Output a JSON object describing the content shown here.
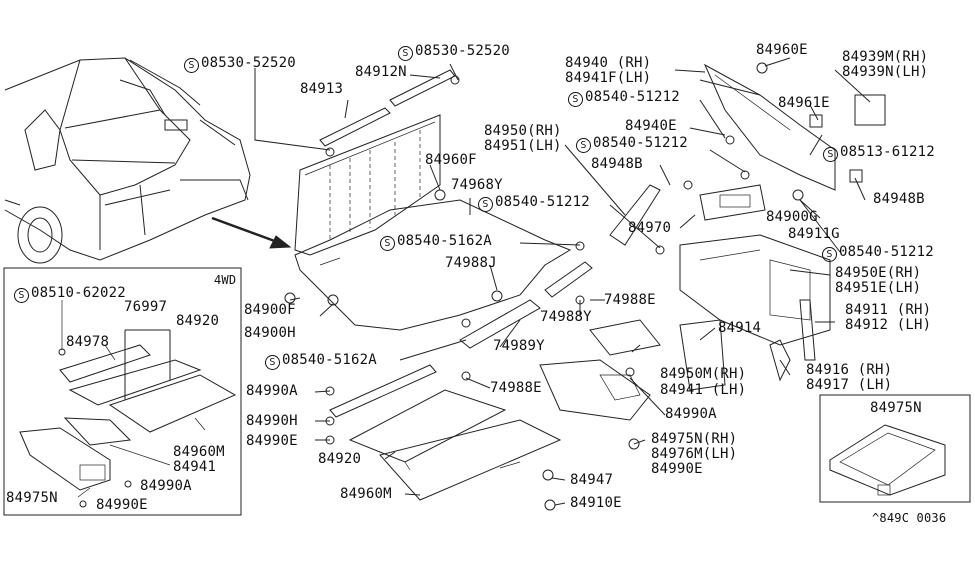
{
  "labels": {
    "p1": "08530-52520",
    "p2": "84912N",
    "p3": "08530-52520",
    "p4": "84913",
    "p5": "84960F",
    "p6": "74968Y",
    "p7": "84950(RH)",
    "p8": "84951(LH)",
    "p9": "84940 (RH)",
    "p10": "84941F(LH)",
    "p11": "08540-51212",
    "p12": "84960E",
    "p13": "84939M(RH)",
    "p14": "84939N(LH)",
    "p15": "84961E",
    "p16": "84940E",
    "p17": "08540-51212",
    "p18": "08513-61212",
    "p19": "84948B",
    "p20": "84948B",
    "p21": "08540-51212",
    "p22": "84900G",
    "p23": "84970",
    "p24": "84911G",
    "p25": "08540-5162A",
    "p26": "74988J",
    "p27": "08540-51212",
    "p28": "84950E(RH)",
    "p29": "84951E(LH)",
    "p30": "84900F",
    "p31": "84900H",
    "p32": "74988E",
    "p33": "74988Y",
    "p34": "84911 (RH)",
    "p35": "84912 (LH)",
    "p36": "08540-5162A",
    "p37": "74989Y",
    "p38": "84914",
    "p39": "74988E",
    "p40": "84950M(RH)",
    "p41": "84941 (LH)",
    "p42": "84916 (RH)",
    "p43": "84917 (LH)",
    "p44": "84990A",
    "p45": "84990H",
    "p46": "84990E",
    "p47": "84990A",
    "p48": "84920",
    "p49": "84975N(RH)",
    "p50": "84976M(LH)",
    "p51": "84990E",
    "p52": "84960M",
    "p53": "84947",
    "p54": "84910E",
    "p55": "84975N",
    "p56": "^849C 0036"
  },
  "inset": {
    "tag": "4WD",
    "l1": "08510-62022",
    "l2": "76997",
    "l3": "84920",
    "l4": "84978",
    "l5": "84960M",
    "l6": "84941",
    "l7": "84975N",
    "l8": "84990A",
    "l9": "84990E"
  },
  "symbol": "S"
}
